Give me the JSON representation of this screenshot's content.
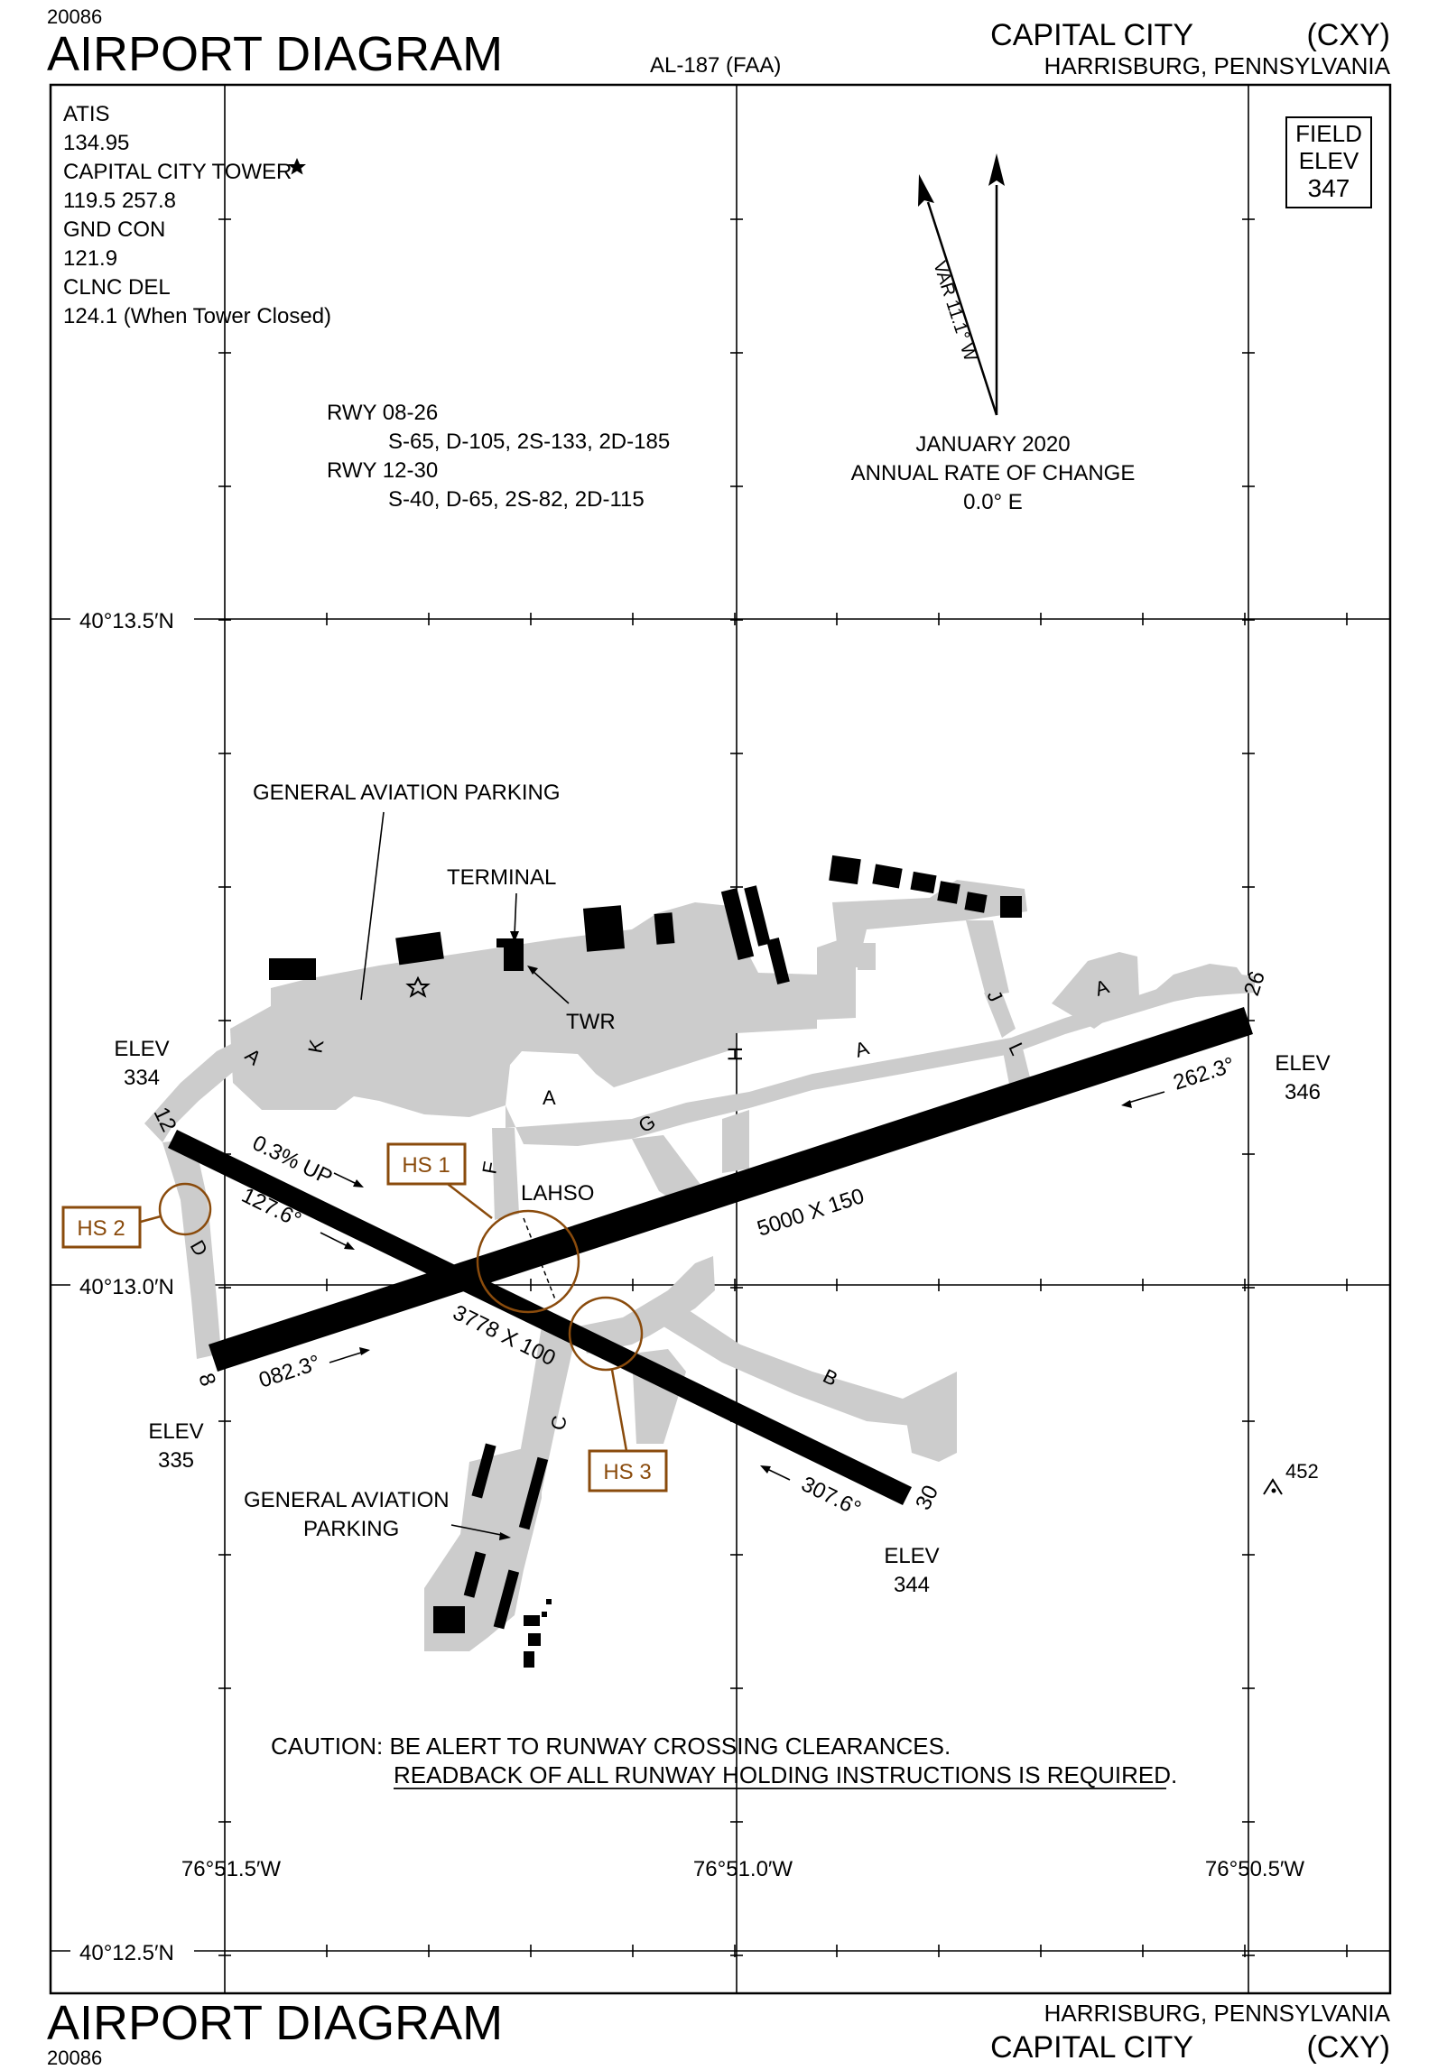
{
  "header": {
    "chart_id": "20086",
    "title": "AIRPORT DIAGRAM",
    "procedure_id": "AL-187 (FAA)",
    "airport": "CAPITAL CITY",
    "airport_code": "(CXY)",
    "city_state": "HARRISBURG, PENNSYLVANIA"
  },
  "frequencies": [
    "ATIS",
    "134.95",
    "CAPITAL CITY TOWER",
    "119.5  257.8",
    "GND CON",
    "121.9",
    "CLNC DEL",
    "124.1 (When Tower Closed)"
  ],
  "field_elev": {
    "line1": "FIELD",
    "line2": "ELEV",
    "value": "347"
  },
  "runway_strength": [
    {
      "label": "RWY  08-26",
      "values": "S-65, D-105, 2S-133, 2D-185"
    },
    {
      "label": "RWY  12-30",
      "values": "S-40, D-65, 2S-82, 2D-115"
    }
  ],
  "variation": {
    "label": "VAR 11.1° W",
    "date": "JANUARY 2020",
    "rate_title": "ANNUAL RATE OF CHANGE",
    "rate": "0.0° E"
  },
  "latitudes": {
    "north": "40°13.5′N",
    "mid": "40°13.0′N",
    "south": "40°12.5′N"
  },
  "longitudes": {
    "west": "76°51.5′W",
    "mid": "76°51.0′W",
    "east": "76°50.5′W"
  },
  "runways": {
    "r08": "8",
    "r26": "26",
    "r12": "12",
    "r30": "30",
    "dim_08_26": "5000 X 150",
    "dim_12_30": "3778 X 100",
    "hdg_082": "082.3°",
    "hdg_262": "262.3°",
    "hdg_127": "127.6°",
    "hdg_307": "307.6°",
    "slope": "0.3% UP"
  },
  "elevations": [
    {
      "label": "ELEV",
      "value": "334"
    },
    {
      "label": "ELEV",
      "value": "346"
    },
    {
      "label": "ELEV",
      "value": "335"
    },
    {
      "label": "ELEV",
      "value": "344"
    }
  ],
  "hotspots": {
    "hs1": "HS 1",
    "hs2": "HS 2",
    "hs3": "HS 3"
  },
  "labels": {
    "ga_parking_north": "GENERAL AVIATION PARKING",
    "terminal": "TERMINAL",
    "twr": "TWR",
    "lahso": "LAHSO",
    "ga_parking_south_1": "GENERAL AVIATION",
    "ga_parking_south_2": "PARKING",
    "obstacle": "452"
  },
  "taxiways": {
    "a1": "A",
    "k": "K",
    "a2": "A",
    "h": "H",
    "g": "G",
    "f": "F",
    "a3": "A",
    "j": "J",
    "l": "L",
    "a4": "A",
    "d": "D",
    "c": "C",
    "b": "B"
  },
  "caution": {
    "line1": "CAUTION: BE ALERT TO RUNWAY CROSSING CLEARANCES.",
    "line2": "READBACK OF ALL RUNWAY HOLDING INSTRUCTIONS IS REQUIRED."
  },
  "colors": {
    "ink": "#000000",
    "pavement": "#cccccc",
    "hotspot": "#8a4b0c"
  }
}
